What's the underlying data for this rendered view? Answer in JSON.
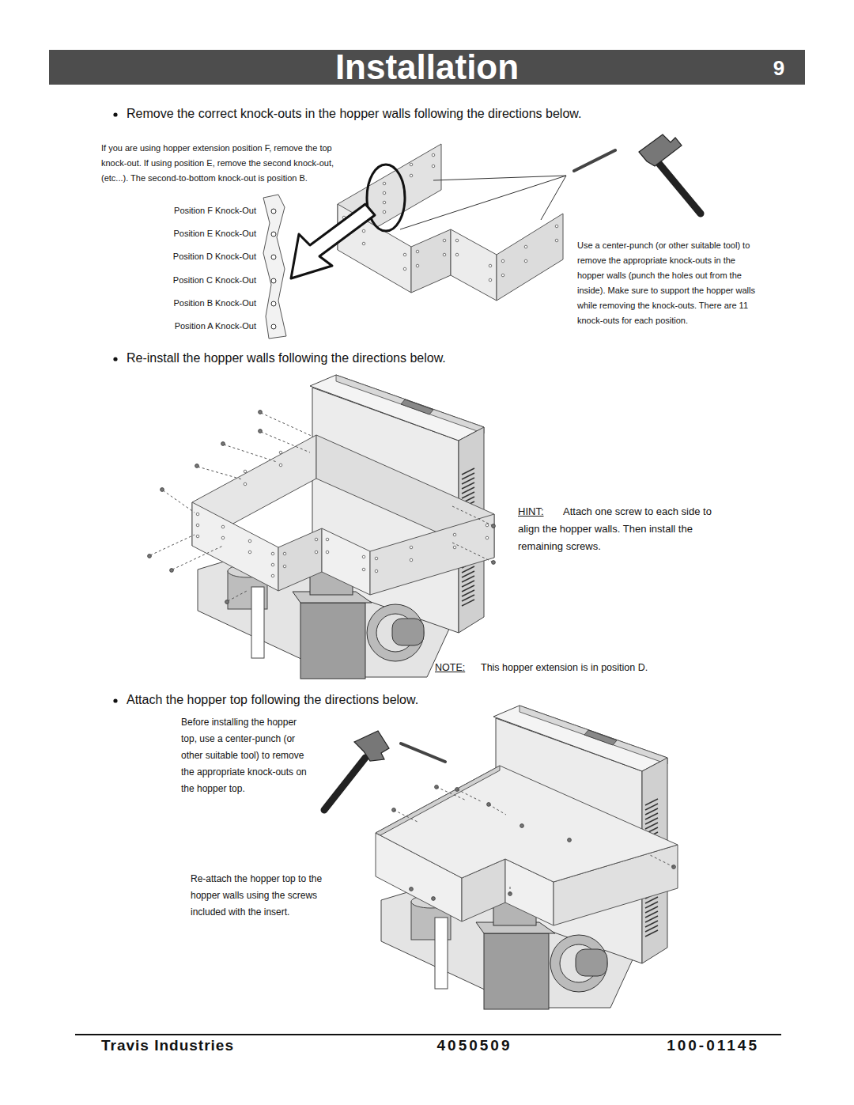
{
  "diagram": {
    "title": "Installation",
    "labels": [
      "Remove the correct knock-outs in the hopper walls following the directions below.",
      "If you are using hopper extension position F, remove the top knock-out. If using position E, remove the second knock-out, (etc...). The second-to-bottom knock-out is position B.",
      "Position F Knock-Out",
      "Position E Knock-Out",
      "Position D Knock-Out",
      "Position C Knock-Out",
      "Position B Knock-Out",
      "Position A Knock-Out",
      "Use a center-punch (or other suitable tool) to remove the appropriate knock-outs in the hopper walls (punch the holes out from the inside). Make sure to support the hopper walls while removing the knock-outs. There are 11 knock-outs for each position.",
      "Re-install the hopper walls following the directions below.",
      "HINT:",
      "Attach one screw to each side to align the hopper walls. Then install the remaining screws.",
      "NOTE:",
      "This hopper extension is in position D.",
      "Attach the hopper top following the directions below.",
      "Before installing the hopper top, use a center-punch (or other suitable tool) to remove the appropriate knock-outs on the hopper top.",
      "Re-attach the hopper top to the hopper walls using the screws included with the insert.",
      "Travis Industries",
      "4050509",
      "100-01145",
      "9"
    ]
  }
}
